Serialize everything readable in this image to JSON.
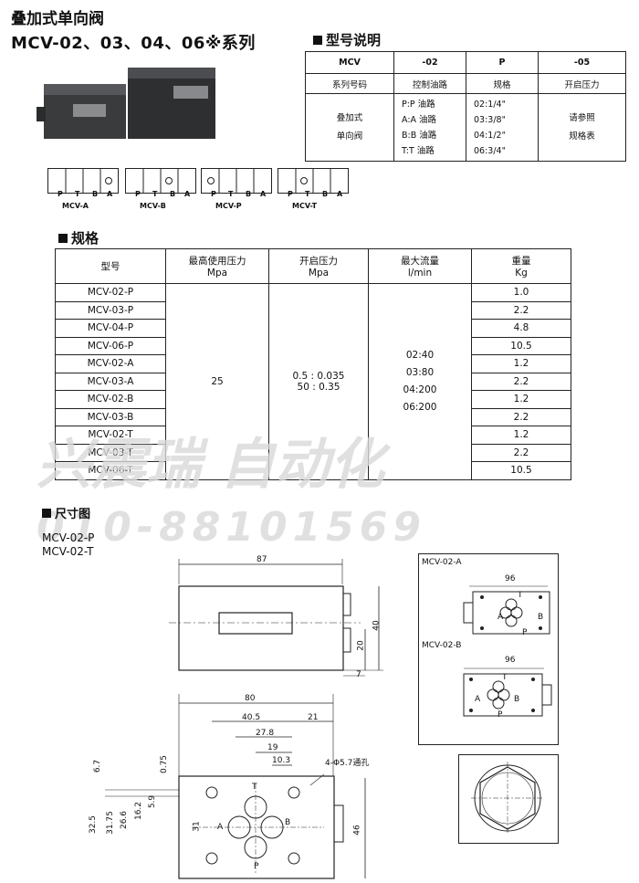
{
  "header": {
    "title": "叠加式单向阀",
    "series": "MCV-02、03、04、06※系列"
  },
  "model_section": {
    "heading": "型号说明",
    "row1": [
      "MCV",
      "-02",
      "P",
      "-05"
    ],
    "row2": [
      "系列号码",
      "控制油路",
      "规格",
      "开启压力"
    ],
    "series_desc": [
      "叠加式",
      "单向阀"
    ],
    "control": [
      "P:P 油路",
      "A:A 油路",
      "B:B 油路",
      "T:T 油路"
    ],
    "sizes": [
      "02:1/4\"",
      "03:3/8\"",
      "04:1/2\"",
      "06:3/4\""
    ],
    "pressure_note": [
      "请参照",
      "规格表"
    ]
  },
  "symbols": [
    {
      "caption": "MCV-A",
      "ports": [
        "P",
        "T",
        "B",
        "A"
      ]
    },
    {
      "caption": "MCV-B",
      "ports": [
        "P",
        "T",
        "B",
        "A"
      ]
    },
    {
      "caption": "MCV-P",
      "ports": [
        "P",
        "T",
        "B",
        "A"
      ]
    },
    {
      "caption": "MCV-T",
      "ports": [
        "P",
        "T",
        "B",
        "A"
      ]
    }
  ],
  "spec_section": {
    "heading": "规格",
    "headers": [
      {
        "main": "型号",
        "unit": ""
      },
      {
        "main": "最高使用压力",
        "unit": "Mpa"
      },
      {
        "main": "开启压力",
        "unit": "Mpa"
      },
      {
        "main": "最大流量",
        "unit": "l/min"
      },
      {
        "main": "重量",
        "unit": "Kg"
      }
    ],
    "rows": [
      {
        "model": "MCV-02-P",
        "weight": "1.0"
      },
      {
        "model": "MCV-03-P",
        "weight": "2.2"
      },
      {
        "model": "MCV-04-P",
        "weight": "4.8"
      },
      {
        "model": "MCV-06-P",
        "weight": "10.5"
      },
      {
        "model": "MCV-02-A",
        "weight": "1.2"
      },
      {
        "model": "MCV-03-A",
        "weight": "2.2"
      },
      {
        "model": "MCV-02-B",
        "weight": "1.2"
      },
      {
        "model": "MCV-03-B",
        "weight": "2.2"
      },
      {
        "model": "MCV-02-T",
        "weight": "1.2"
      },
      {
        "model": "MCV-03-T",
        "weight": "2.2"
      },
      {
        "model": "MCV-06-T",
        "weight": "10.5"
      }
    ],
    "max_pressure": "25",
    "crack_pressure": [
      "0.5 : 0.035",
      "50 : 0.35"
    ],
    "max_flow": [
      "02:40",
      "03:80",
      "04:200",
      "06:200"
    ]
  },
  "watermark": {
    "line1": "兴震瑞  自动化",
    "line2": "010-88101569"
  },
  "dimension_section": {
    "heading": "尺寸图",
    "models": [
      "MCV-02-P",
      "MCV-02-T"
    ],
    "top_dims": {
      "length": "87",
      "height": "40",
      "mid": "20",
      "side": "7"
    },
    "front_dims": {
      "width": "80",
      "d40_5": "40.5",
      "d21": "21",
      "d27_8": "27.8",
      "d19": "19",
      "d10_3": "10.3",
      "d0_75": "0.75",
      "d6_7": "6.7",
      "d32_5": "32.5",
      "d31_75": "31.75",
      "d26_6": "26.6",
      "d16_2": "16.2",
      "d5_9": "5.9",
      "d31": "31",
      "d46": "46",
      "hole_note": "4-Φ5.7通孔",
      "ports": [
        "T",
        "A",
        "B",
        "P"
      ]
    },
    "side_a": {
      "label": "MCV-02-A",
      "width": "96",
      "ports": [
        "T",
        "A",
        "B",
        "P"
      ]
    },
    "side_b": {
      "label": "MCV-02-B",
      "width": "96",
      "ports": [
        "T",
        "A",
        "B",
        "P"
      ]
    }
  }
}
